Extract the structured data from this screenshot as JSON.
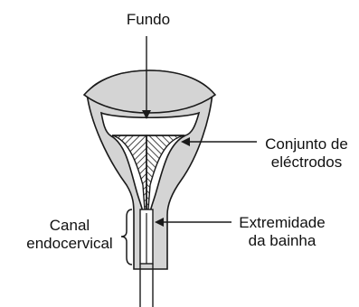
{
  "labels": {
    "fundus": "Fundo",
    "electrode_array": [
      "Conjunto de",
      "eléctrodos"
    ],
    "endocervical_canal": [
      "Canal",
      "endocervical"
    ],
    "sheath_tip": [
      "Extremidade",
      "da bainha"
    ]
  },
  "colors": {
    "tissue_fill": "#d4d4d4",
    "outline": "#1a1a1a",
    "cavity_fill": "#ffffff",
    "hatch": "#1a1a1a"
  }
}
